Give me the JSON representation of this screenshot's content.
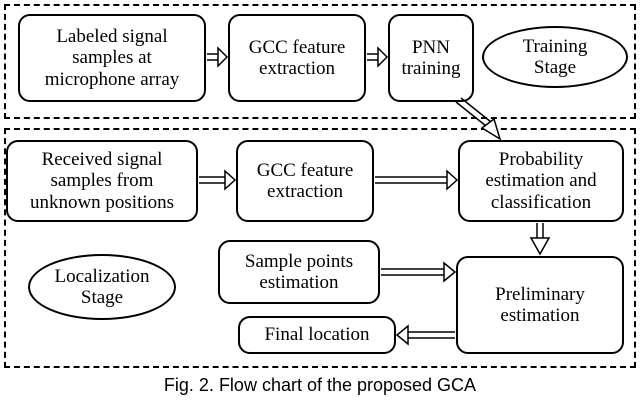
{
  "stages": {
    "training": "Training\nStage",
    "localization": "Localization\nStage"
  },
  "nodes": {
    "labeled_samples": "Labeled signal\nsamples at\nmicrophone array",
    "gcc_training": "GCC feature\nextraction",
    "pnn_training": "PNN\ntraining",
    "received_samples": "Received signal\nsamples from\nunknown positions",
    "gcc_localization": "GCC feature\nextraction",
    "probability_estimation": "Probability\nestimation and\nclassification",
    "sample_points": "Sample points\nestimation",
    "preliminary": "Preliminary\nestimation",
    "final_location": "Final location"
  },
  "caption": "Fig. 2.  Flow chart of the proposed GCA"
}
